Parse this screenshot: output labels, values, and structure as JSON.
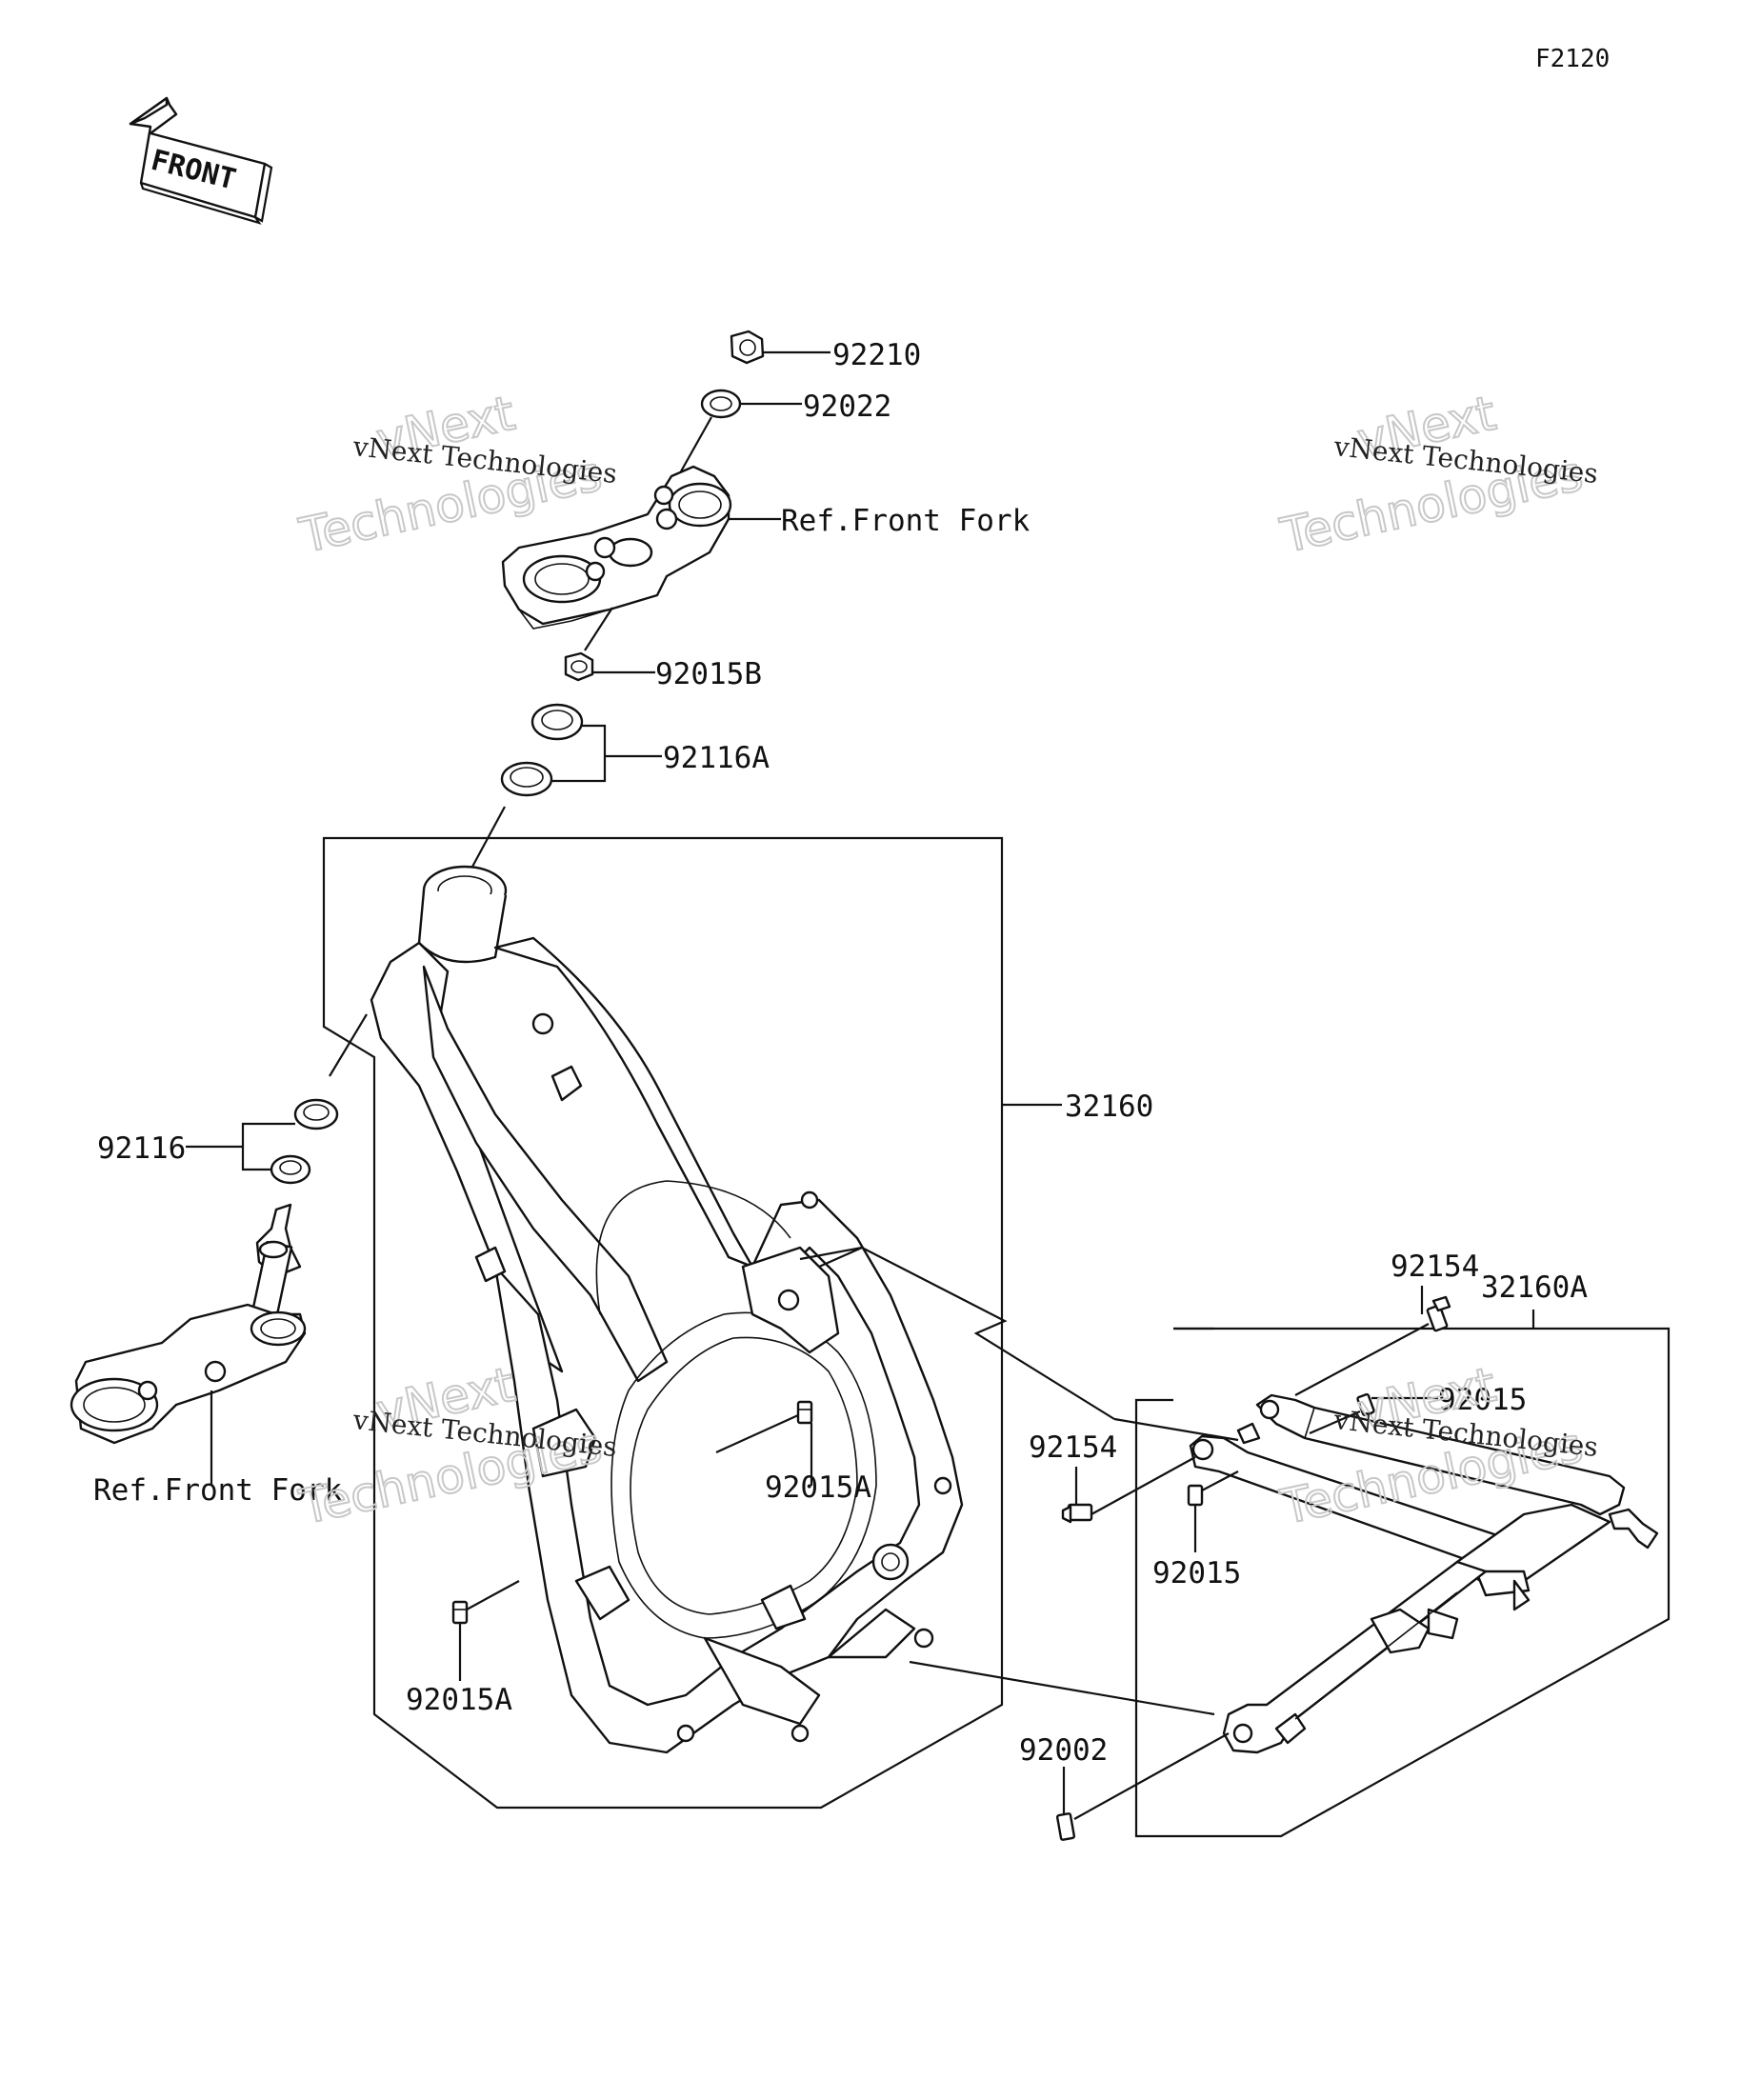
{
  "diagram_code": "F2120",
  "front_arrow": {
    "text": "FRONT",
    "icon": "front-direction-arrow-icon"
  },
  "watermark": {
    "line1": "vNext",
    "line2": "Technologies",
    "caption": "vNext Technologies"
  },
  "parts": {
    "nut_top": "92210",
    "washer_top": "92022",
    "ref_front_fork_upper": "Ref.Front Fork",
    "nut_stem": "92015B",
    "bearing_upper": "92116A",
    "frame": "32160",
    "bearing_lower": "92116",
    "ref_front_fork_lower": "Ref.Front Fork",
    "bolt_frame_center": "92015A",
    "bolt_frame_low": "92015A",
    "subframe": "32160A",
    "bolt_subframe_top": "92154",
    "bolt_subframe_right": "92015",
    "bolt_subframe_left": "92154",
    "bolt_subframe_mid": "92015",
    "bolt_subframe_bottom": "92002"
  }
}
